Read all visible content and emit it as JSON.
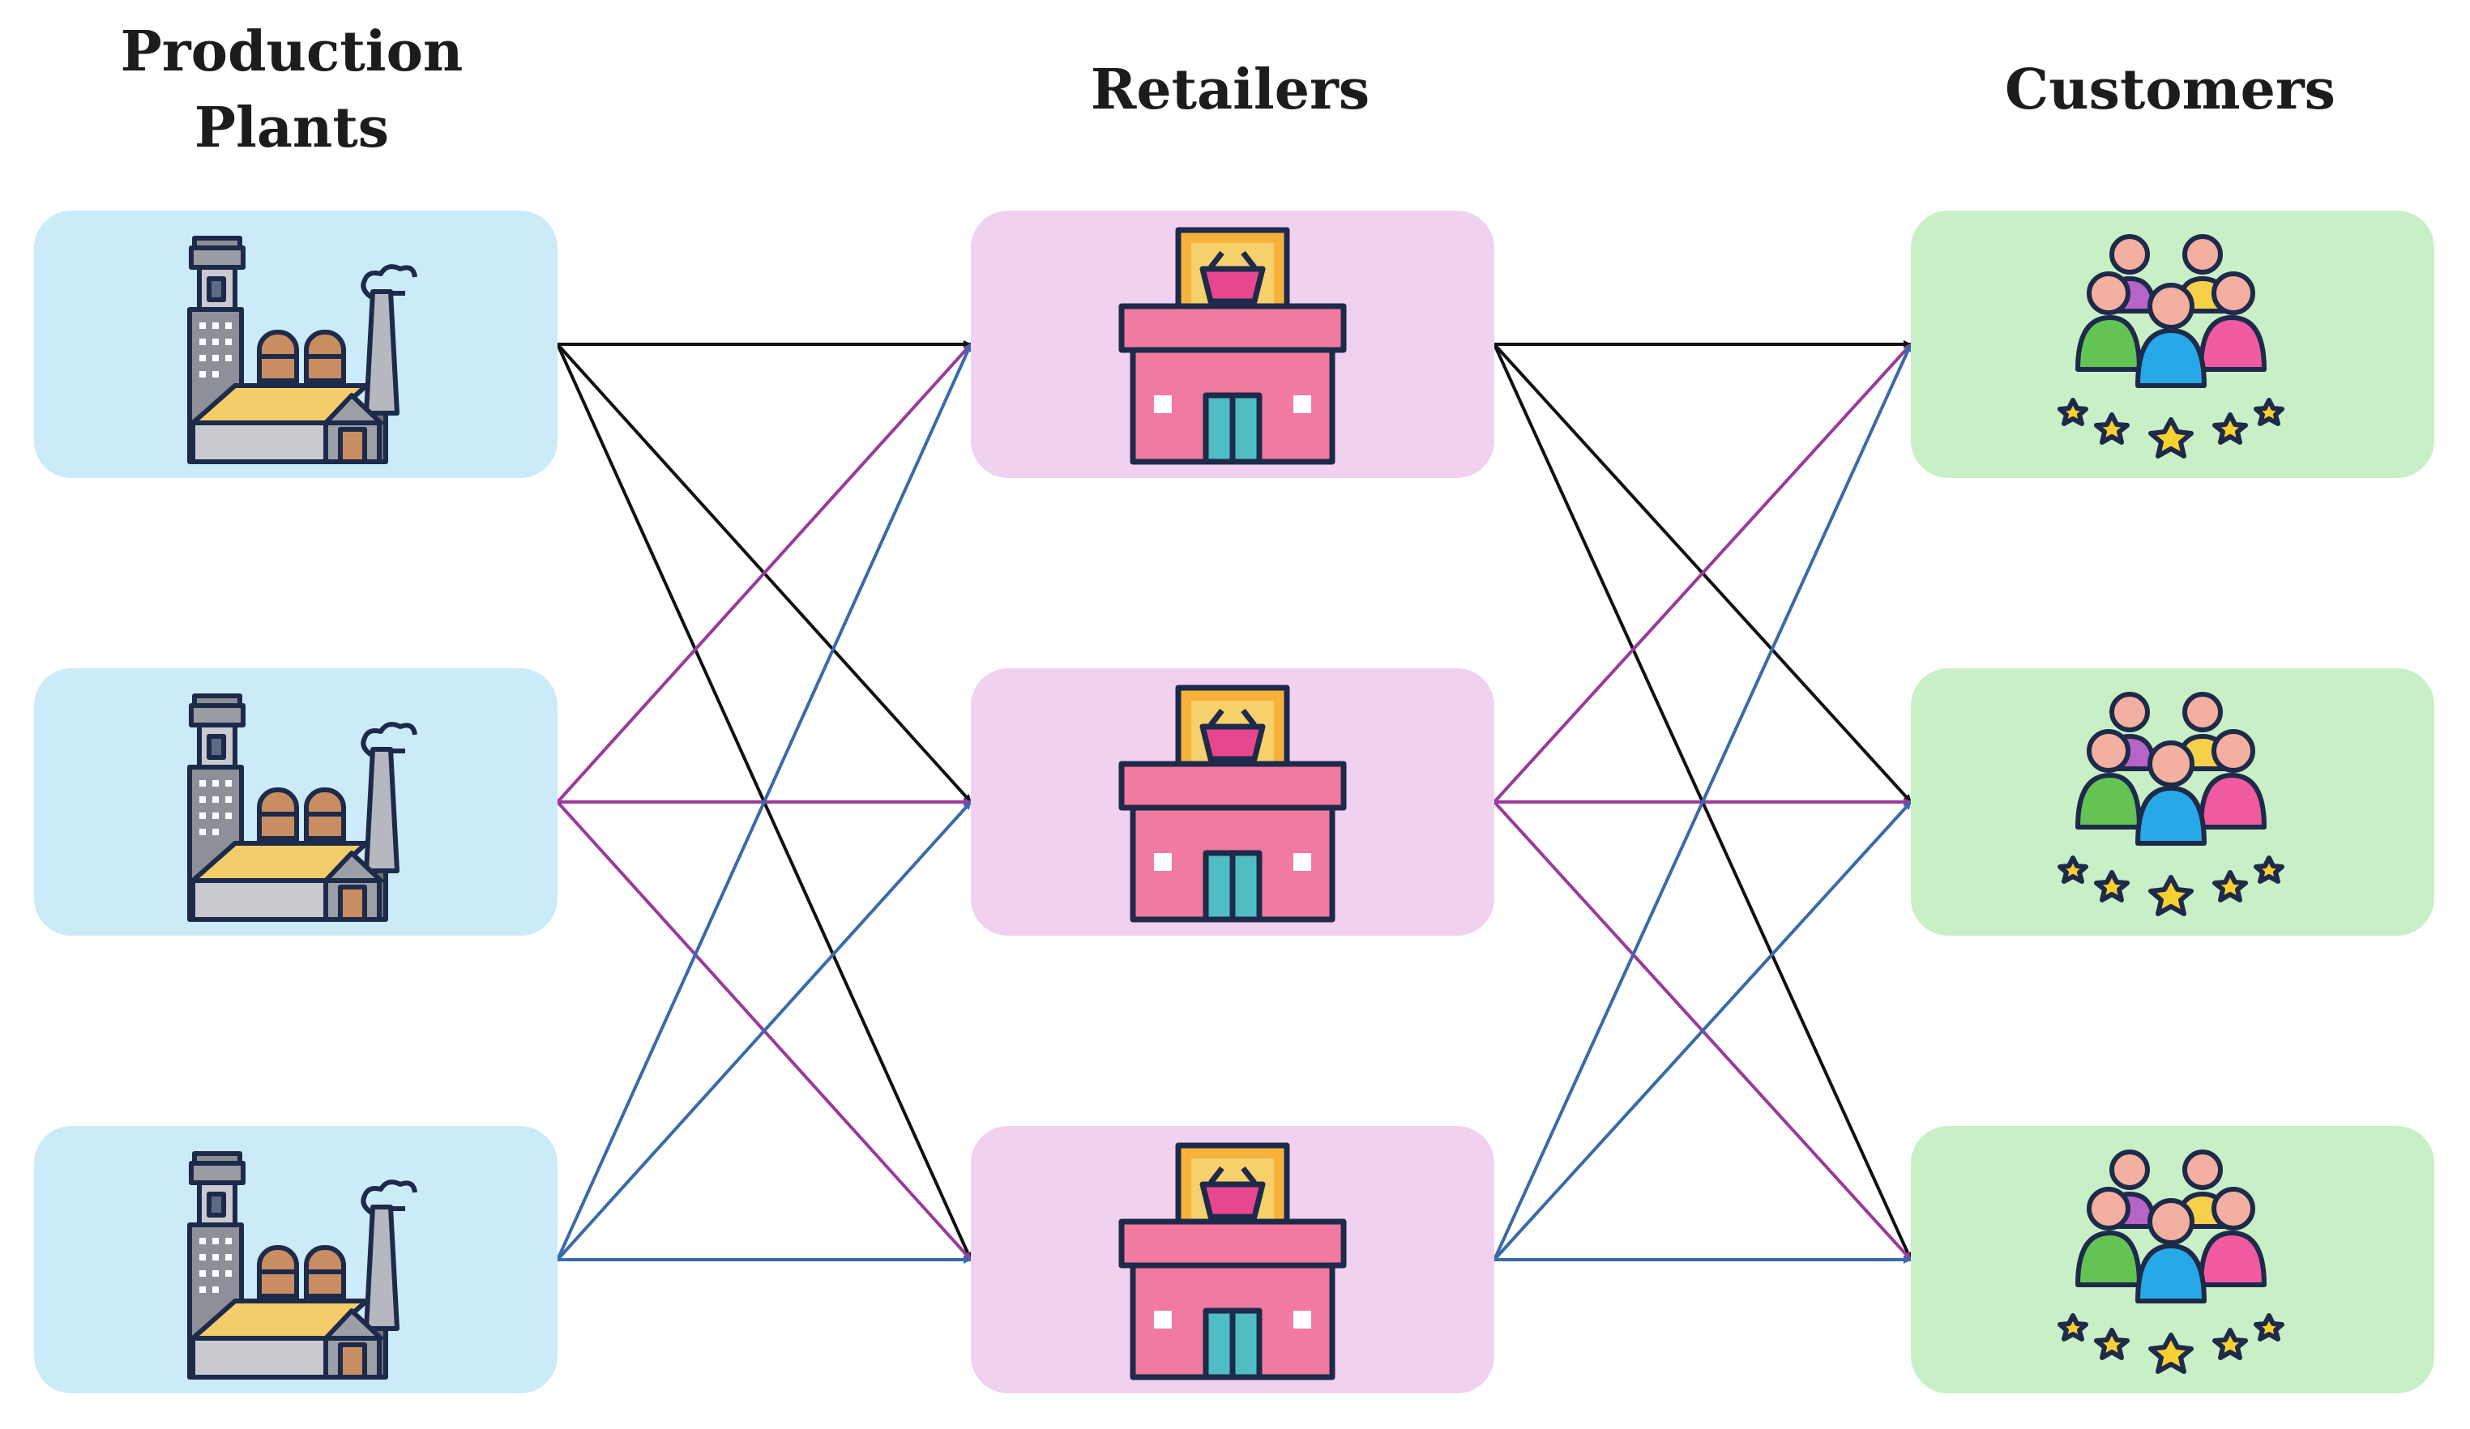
{
  "columns": {
    "plants": {
      "title_line1": "Production",
      "title_line2": "Plants"
    },
    "retailers": {
      "title": "Retailers"
    },
    "customers": {
      "title": "Customers"
    }
  },
  "nodes": {
    "plants": [
      {
        "icon": "factory-icon"
      },
      {
        "icon": "factory-icon"
      },
      {
        "icon": "factory-icon"
      }
    ],
    "retailers": [
      {
        "icon": "store-icon"
      },
      {
        "icon": "store-icon"
      },
      {
        "icon": "store-icon"
      }
    ],
    "customers": [
      {
        "icon": "customer-group-icon"
      },
      {
        "icon": "customer-group-icon"
      },
      {
        "icon": "customer-group-icon"
      }
    ]
  },
  "edge_colors": {
    "from_top": "#111111",
    "from_middle": "#9a3a9a",
    "from_bottom": "#3a6aa8"
  },
  "colors": {
    "plant_bg": "#cbebf8",
    "retailer_bg": "#f0d1ef",
    "customer_bg": "#c9efc6"
  },
  "connections": "all-to-all"
}
